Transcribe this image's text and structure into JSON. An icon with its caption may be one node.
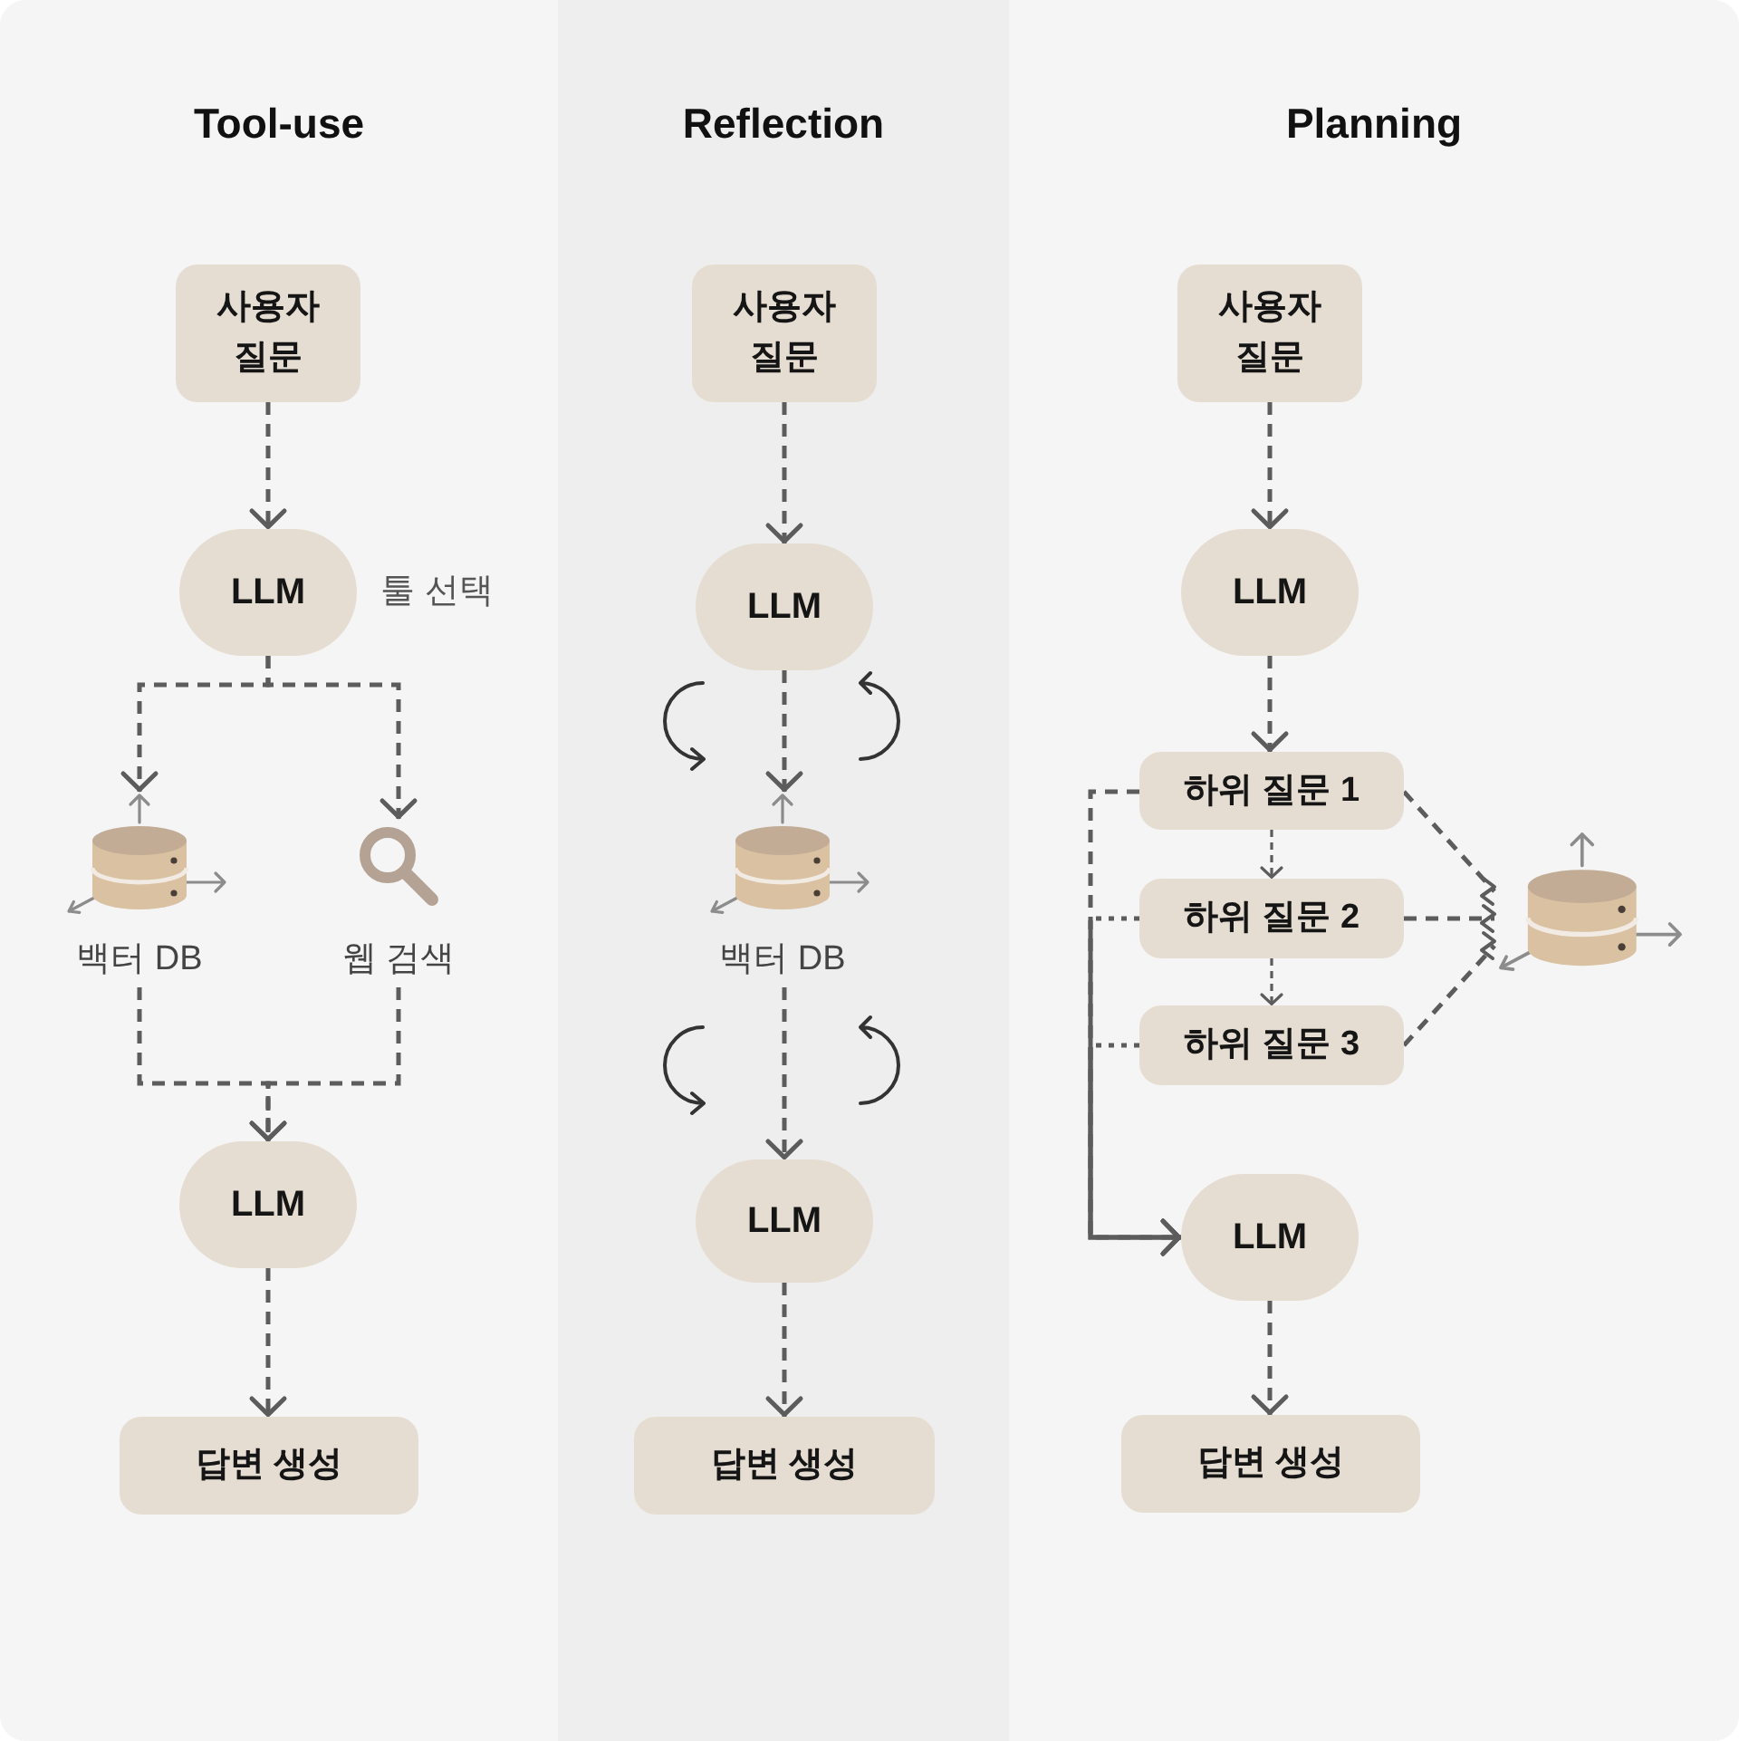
{
  "diagram": {
    "nodes": [
      {
        "text": [
          "Tool-use"
        ]
      },
      {
        "text": [
          "사용자 질문"
        ],
        "in": 0
      },
      {
        "text": [
          "LLM"
        ],
        "in": 0,
        "beside": [
          "툴 선택"
        ]
      },
      {
        "text": [
          "백터 DB"
        ],
        "in": 0
      },
      {
        "text": [
          "웹 검색"
        ],
        "in": 0
      },
      {
        "text": [
          "LLM"
        ],
        "in": 0
      },
      {
        "text": [
          "답변 생성"
        ],
        "in": 0
      },
      {
        "text": [
          "Reflection"
        ]
      },
      {
        "text": [
          "사용자 질문"
        ],
        "in": 7
      },
      {
        "text": [
          "LLM"
        ],
        "in": 7
      },
      {
        "text": [
          "백터 DB"
        ],
        "in": 7
      },
      {
        "text": [
          "LLM"
        ],
        "in": 7
      },
      {
        "text": [
          "답변 생성"
        ],
        "in": 7
      },
      {
        "text": [
          "Planning"
        ]
      },
      {
        "text": [
          "사용자 질문"
        ],
        "in": 13
      },
      {
        "text": [
          "LLM"
        ],
        "in": 13
      },
      {
        "text": [
          "하위 질문 1"
        ],
        "in": 13
      },
      {
        "text": [
          "하위 질문 2"
        ],
        "in": 13
      },
      {
        "text": [
          "하위 질문 3"
        ],
        "in": 13
      },
      {
        "text": [],
        "shape": "cylinder",
        "in": 13
      },
      {
        "text": [
          "LLM"
        ],
        "in": 13
      },
      {
        "text": [
          "답변 생성"
        ],
        "in": 13
      }
    ],
    "edges": [
      {
        "from": 1,
        "to": 2,
        "arrow": "to",
        "style": "dashed"
      },
      {
        "from": 2,
        "to": 3,
        "arrow": "to",
        "style": "dashed"
      },
      {
        "from": 2,
        "to": 4,
        "arrow": "to",
        "style": "dashed"
      },
      {
        "from": 3,
        "to": 5,
        "arrow": "to",
        "style": "dashed"
      },
      {
        "from": 4,
        "to": 5,
        "arrow": "to",
        "style": "dashed"
      },
      {
        "from": 5,
        "to": 6,
        "arrow": "to",
        "style": "dashed"
      },
      {
        "from": 8,
        "to": 9,
        "arrow": "to",
        "style": "dashed"
      },
      {
        "from": 9,
        "to": 10,
        "arrow": "to",
        "style": "dashed"
      },
      {
        "from": 10,
        "to": 11,
        "arrow": "to",
        "style": "dashed"
      },
      {
        "from": 11,
        "to": 12,
        "arrow": "to",
        "style": "dashed"
      },
      {
        "from": 14,
        "to": 15,
        "arrow": "to",
        "style": "dashed"
      },
      {
        "from": 15,
        "to": 16,
        "arrow": "to",
        "style": "dashed"
      },
      {
        "from": 16,
        "to": 17,
        "arrow": "to",
        "style": "dashed"
      },
      {
        "from": 17,
        "to": 18,
        "arrow": "to",
        "style": "dashed"
      },
      {
        "from": 16,
        "to": 19,
        "arrow": "other",
        "style": "dashed"
      },
      {
        "from": 17,
        "to": 19,
        "arrow": "other",
        "style": "dashed"
      },
      {
        "from": 18,
        "to": 19,
        "arrow": "other",
        "style": "dashed"
      },
      {
        "from": 16,
        "to": 20,
        "arrow": "to",
        "style": "dashed"
      },
      {
        "from": 17,
        "to": 20,
        "arrow": "to"
      },
      {
        "from": 18,
        "to": 20,
        "arrow": "to"
      },
      {
        "from": 20,
        "to": 21,
        "arrow": "to",
        "style": "dashed"
      }
    ]
  }
}
